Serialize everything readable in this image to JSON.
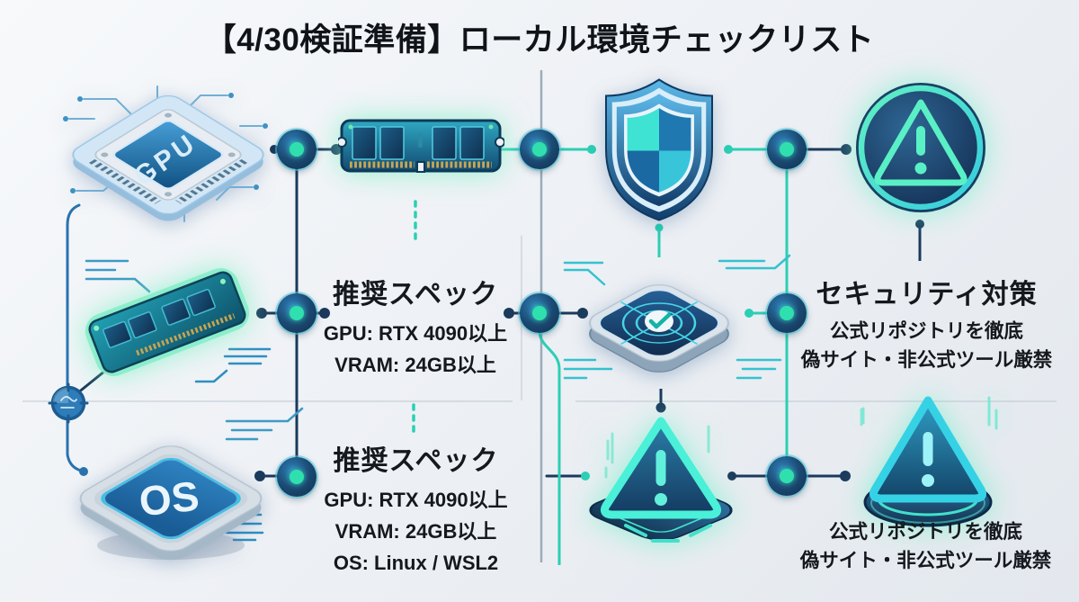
{
  "title": "【4/30検証準備】ローカル環境チェックリスト",
  "columns": {
    "hardware": {
      "gpu_chip_label": "GPU",
      "os_badge_label": "OS"
    },
    "spec_top": {
      "heading": "推奨スペック",
      "lines": [
        "GPU: RTX 4090以上",
        "VRAM: 24GB以上"
      ]
    },
    "spec_bottom": {
      "heading": "推奨スペック",
      "lines": [
        "GPU: RTX 4090以上",
        "VRAM: 24GB以上",
        "OS: Linux / WSL2"
      ]
    },
    "security_top": {
      "heading": "セキュリティ対策",
      "lines": [
        "公式リポジトリを徹底",
        "偽サイト・非公式ツール厳禁"
      ]
    },
    "security_bottom": {
      "lines": [
        "公式リポジトリを徹底",
        "偽サイト・非公式ツール厳禁"
      ]
    }
  },
  "icons": {
    "gpu_chip": "gpu-chip-icon",
    "ram_module": "ram-module-icon",
    "os_badge": "os-badge-icon",
    "ram_stick": "ram-stick-icon",
    "shield": "security-shield-icon",
    "target_check": "target-check-icon",
    "warning_platform_center": "warning-triangle-platform-icon",
    "warning_circle": "warning-circle-icon",
    "warning_platform_right": "warning-triangle-platform-icon",
    "compass": "compass-node-icon"
  },
  "colors": {
    "background": "#eef1f5",
    "navy_line": "#1b3a5c",
    "teal_accent": "#2bcfb4",
    "neon_glow": "#5ff0c8",
    "blue": "#2e86c1",
    "title_text": "#101418"
  }
}
